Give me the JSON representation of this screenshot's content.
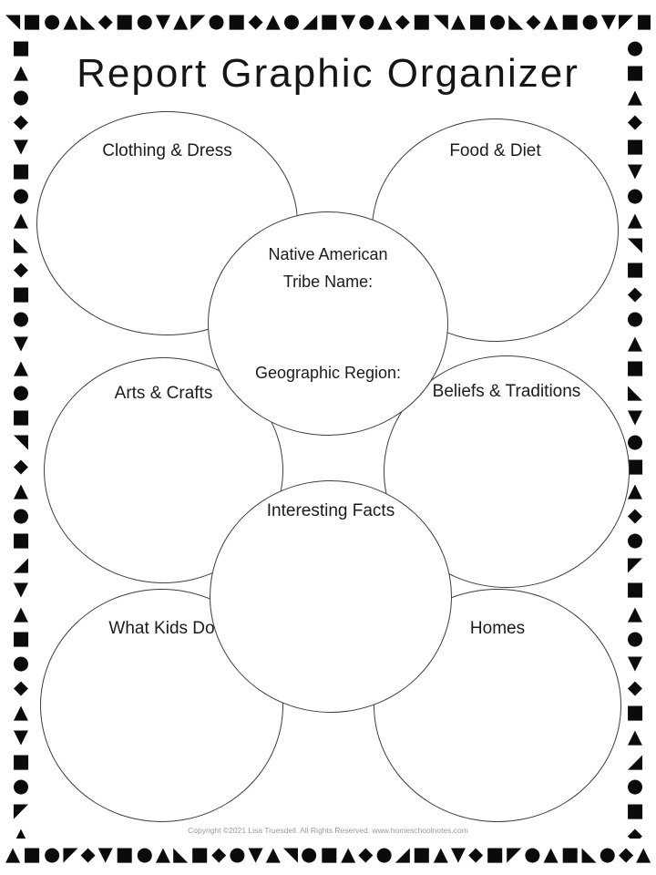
{
  "title": "Report Graphic Organizer",
  "center_bubble": {
    "line1": "Native American",
    "line2": "Tribe Name:",
    "line3": "Geographic Region:"
  },
  "bubbles": [
    {
      "id": "clothing-dress",
      "label": "Clothing & Dress"
    },
    {
      "id": "food-diet",
      "label": "Food & Diet"
    },
    {
      "id": "arts-crafts",
      "label": "Arts & Crafts"
    },
    {
      "id": "beliefs-traditions",
      "label": "Beliefs & Traditions"
    },
    {
      "id": "interesting-facts",
      "label": "Interesting Facts"
    },
    {
      "id": "what-kids-do",
      "label": "What Kids Do"
    },
    {
      "id": "homes",
      "label": "Homes"
    }
  ],
  "footer": "Copyright ©2021 Lisa Truesdell. All Rights Reserved. www.homeschoolnotes.com",
  "border": {
    "top": "◥■●▲◣◆■●▼▲◤●■◆▲●◢■▼●▲◆■◥▲■●◣◆▲■●▼◤■▲●◆■▼▲●■◆",
    "bottom": "▲■●◤◆▼■●▲◣■◆●▼▲◥●■▲◆●◢■▲▼◆■◤●▲■◣●◆▲■▼●◥■▲●◆■",
    "left": "■▲●◆▼■●▲◣◆■●▼▲●■◥◆▲●■◢▼▲■●◆▲▼■●◤▲◆■●▼▲■◣●◆▲■",
    "right": "●■▲◆■▼●▲◥■◆●▲■◣▼●■▲◆●◤■▲●▼◆■▲◢●■◆▲●▼■◥▲●■◆▲●"
  }
}
